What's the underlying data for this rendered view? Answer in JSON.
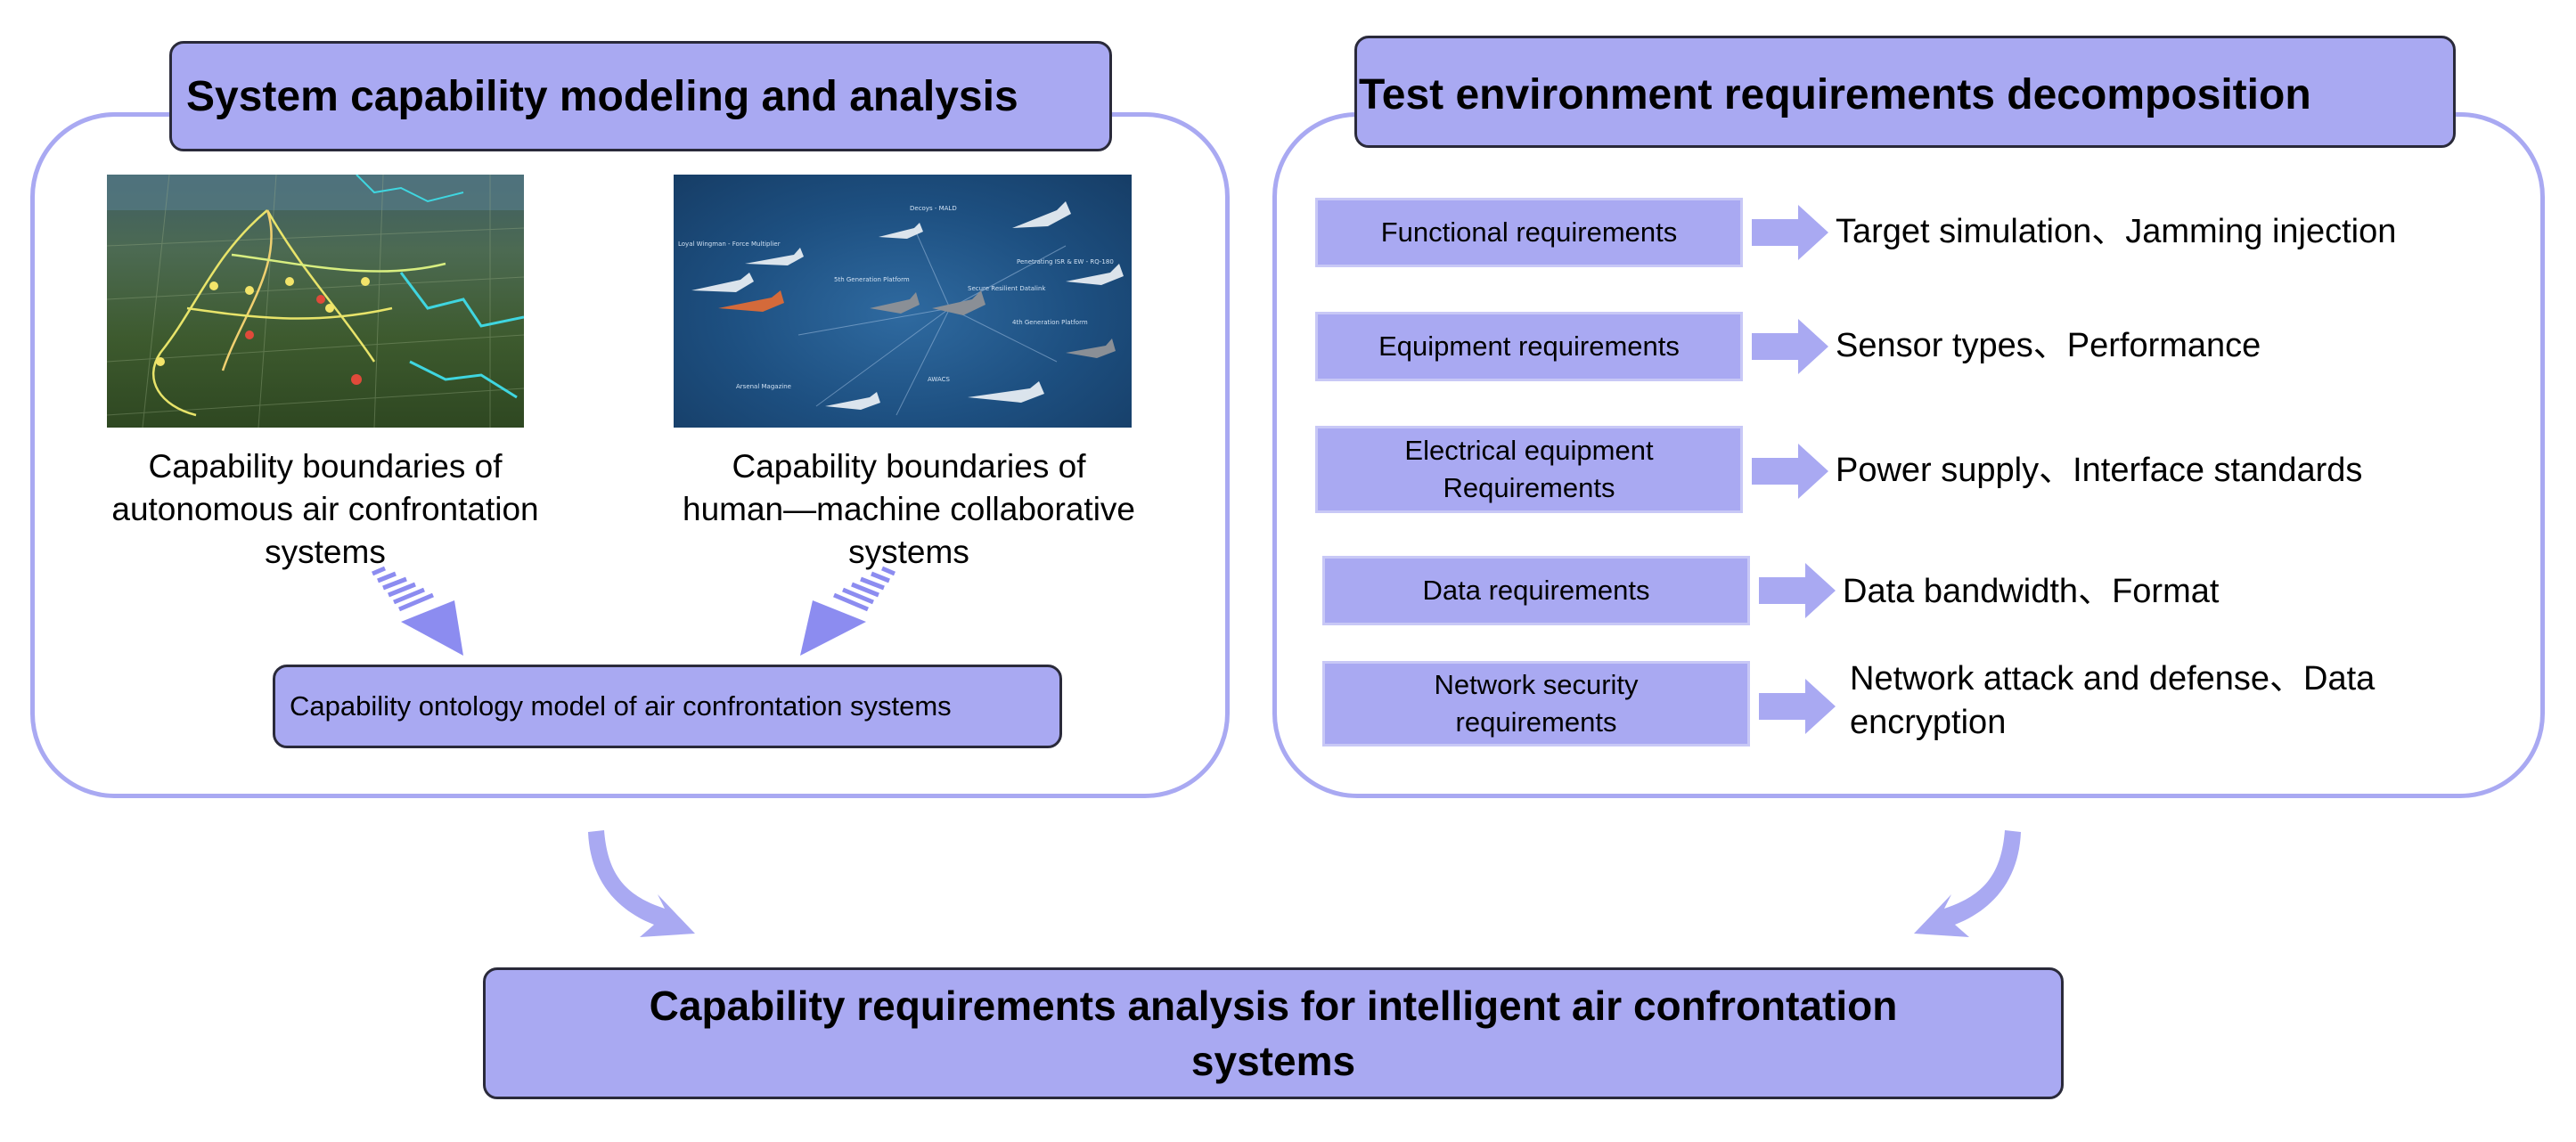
{
  "left_panel": {
    "title": "System capability modeling and analysis",
    "image_left": {
      "icon": "3d-trajectory-map-image",
      "caption_lines": [
        "Capability boundaries of",
        "autonomous air confrontation",
        "systems"
      ]
    },
    "image_right": {
      "icon": "aircraft-formation-image",
      "labels": [
        "Decoys - MALD",
        "Loyal Wingman - Force Multiplier",
        "5th Generation Platform",
        "Penetrating ISR & EW - RQ-180",
        "Secure Resilient Datalink",
        "4th Generation Platform",
        "Arsenal Magazine",
        "AWACS"
      ],
      "caption_lines": [
        "Capability boundaries of",
        "human—machine collaborative",
        "systems"
      ]
    },
    "ontology_box": "Capability ontology model of air confrontation systems"
  },
  "right_panel": {
    "title": "Test environment requirements decomposition",
    "rows": [
      {
        "label_lines": [
          "Functional requirements"
        ],
        "result_lines": [
          "Target simulation、Jamming injection"
        ]
      },
      {
        "label_lines": [
          "Equipment requirements"
        ],
        "result_lines": [
          "Sensor types、Performance"
        ]
      },
      {
        "label_lines": [
          "Electrical equipment",
          "Requirements"
        ],
        "result_lines": [
          "Power supply、Interface standards"
        ]
      },
      {
        "label_lines": [
          "Data requirements"
        ],
        "result_lines": [
          "Data bandwidth、Format"
        ]
      },
      {
        "label_lines": [
          "Network security",
          "requirements"
        ],
        "result_lines": [
          "Network attack and defense、Data",
          "encryption"
        ]
      }
    ]
  },
  "bottom_box": {
    "lines": [
      "Capability requirements analysis for intelligent air confrontation",
      "systems"
    ]
  },
  "colors": {
    "accent": "#a9a9f2",
    "arrow": "#8c8cf0",
    "outline": "#2a2a3a"
  }
}
